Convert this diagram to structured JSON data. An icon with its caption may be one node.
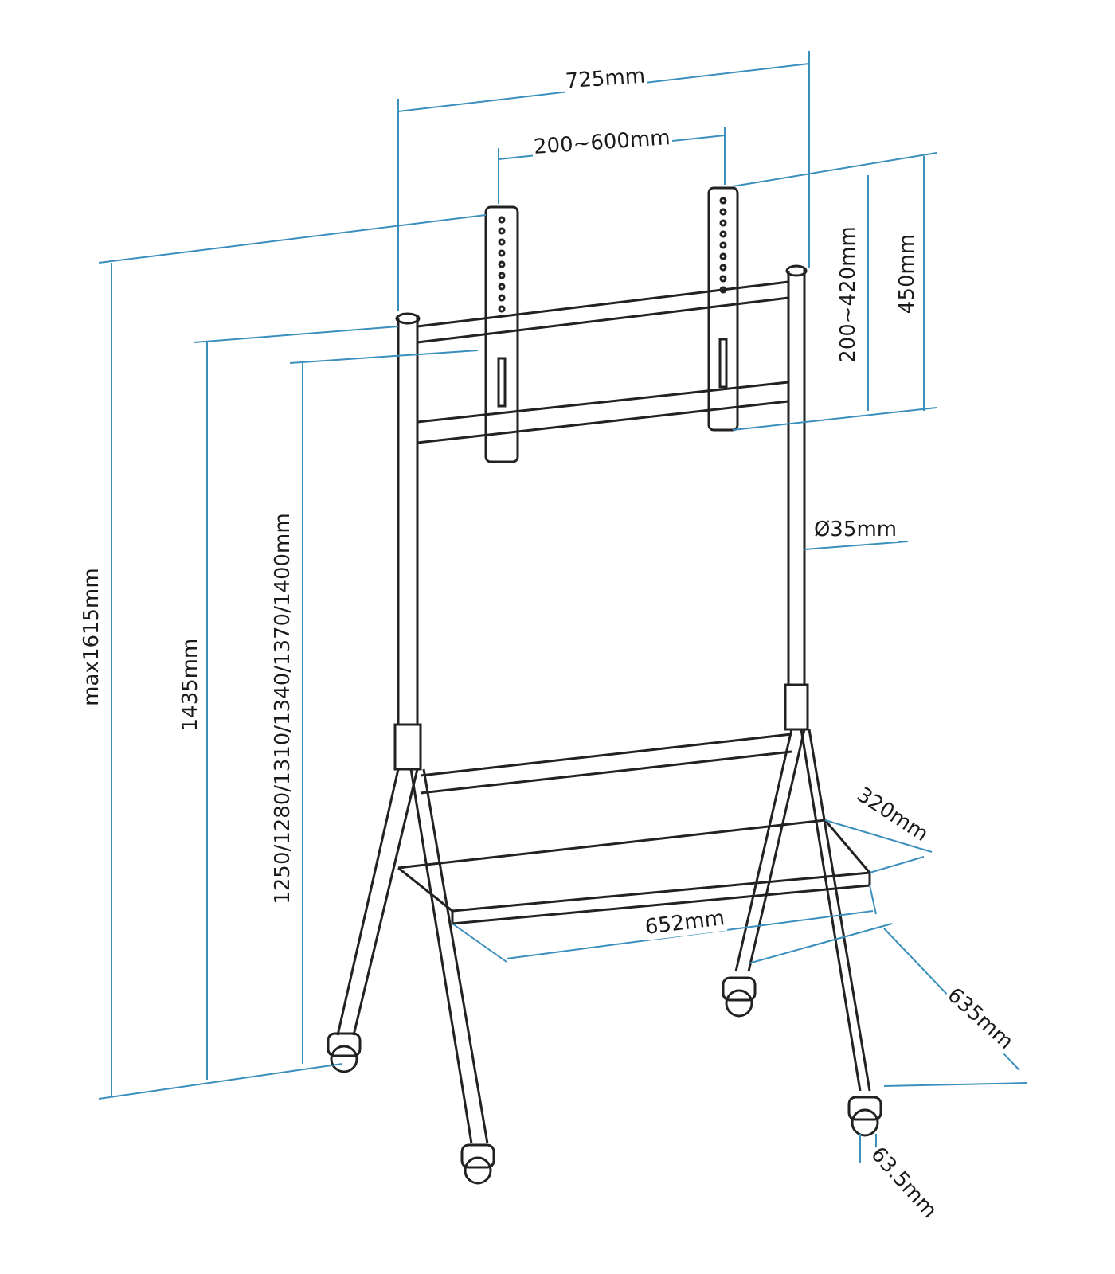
{
  "diagram": {
    "labels": [
      "725mm",
      "200~600mm",
      "450mm",
      "200~420mm",
      "Ø35mm",
      "max1615mm",
      "1435mm",
      "1250/1280/1310/1340/1370/1400mm",
      "320mm",
      "652mm",
      "635mm",
      "63.5mm"
    ]
  }
}
